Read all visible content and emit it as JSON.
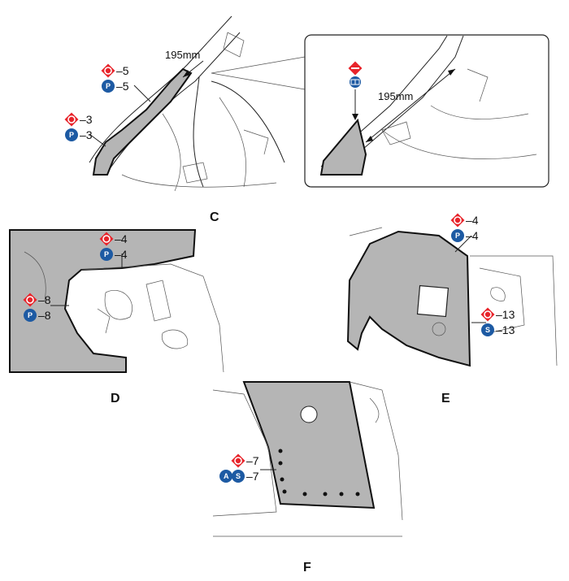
{
  "callouts": {
    "c_o": "–5",
    "c_p": "–5",
    "c_o2": "–3",
    "c_p2": "–3",
    "d_o": "–4",
    "d_p": "–4",
    "d_o2": "–8",
    "d_p2": "–8",
    "e_o": "–4",
    "e_p": "–4",
    "e_o2": "–13",
    "e_s": "–13",
    "f_o": "–7",
    "f_as": "–7"
  },
  "icons": {
    "o_letter": "O",
    "p_letter": "P",
    "s_letter": "S",
    "a_letter": "A"
  },
  "dims": {
    "c_main": "195mm",
    "c_zoom": "195mm"
  },
  "panels": {
    "c": "C",
    "d": "D",
    "e": "E",
    "f": "F"
  },
  "colors": {
    "red": "#e8242b",
    "blue": "#1d5aa3",
    "sealer": "#b5b5b5"
  }
}
